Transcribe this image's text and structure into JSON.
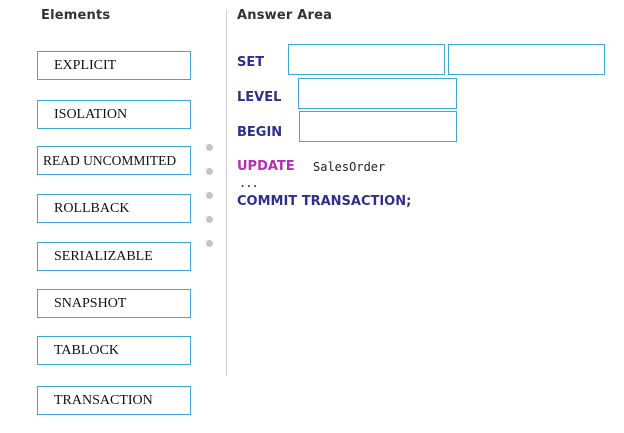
{
  "elements_panel": {
    "heading": "Elements",
    "items": [
      "EXPLICIT",
      "ISOLATION",
      "READ UNCOMMITED",
      "ROLLBACK",
      "SERIALIZABLE",
      "SNAPSHOT",
      "TABLOCK",
      "TRANSACTION"
    ]
  },
  "answer_area": {
    "heading": "Answer Area",
    "set_keyword": "SET",
    "level_keyword": "LEVEL",
    "begin_keyword": "BEGIN",
    "update_keyword": "UPDATE",
    "table_name": "SalesOrder",
    "ellipsis": "...",
    "commit_statement": "COMMIT TRANSACTION;"
  },
  "colors": {
    "box_border": "#3fa9d6",
    "keyword": "#2f2f8f",
    "update_keyword": "#b230b2",
    "handle_dot": "#c4c4c4"
  }
}
